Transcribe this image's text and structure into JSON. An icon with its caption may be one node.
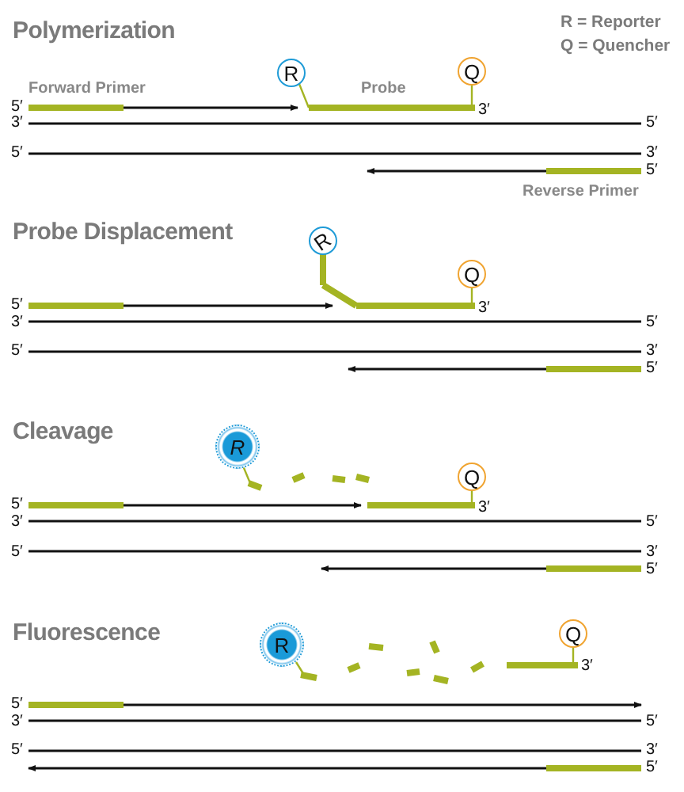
{
  "diagram": {
    "nodes": [
      {
        "text": [
          "R"
        ]
      },
      {
        "text": [
          "Q"
        ]
      },
      {
        "text": [
          "R"
        ]
      },
      {
        "text": [
          "Q"
        ]
      },
      {
        "text": [
          "R"
        ]
      },
      {
        "text": [
          "Q"
        ]
      },
      {
        "text": [
          "R"
        ]
      },
      {
        "text": [
          "Q"
        ]
      }
    ],
    "labels": [
      "Polymerization",
      "R = Reporter",
      "Q = Quencher",
      "Forward Primer",
      "Probe",
      "5′",
      "3′",
      "3′",
      "5′",
      "5′",
      "3′",
      "5′",
      "Reverse Primer",
      "Probe Displacement",
      "5′",
      "3′",
      "3′",
      "5′",
      "5′",
      "3′",
      "5′",
      "Cleavage",
      "5′",
      "3′",
      "3′",
      "5′",
      "5′",
      "3′",
      "5′",
      "Fluorescence",
      "3′",
      "5′",
      "3′",
      "5′",
      "5′",
      "3′",
      "5′"
    ]
  }
}
